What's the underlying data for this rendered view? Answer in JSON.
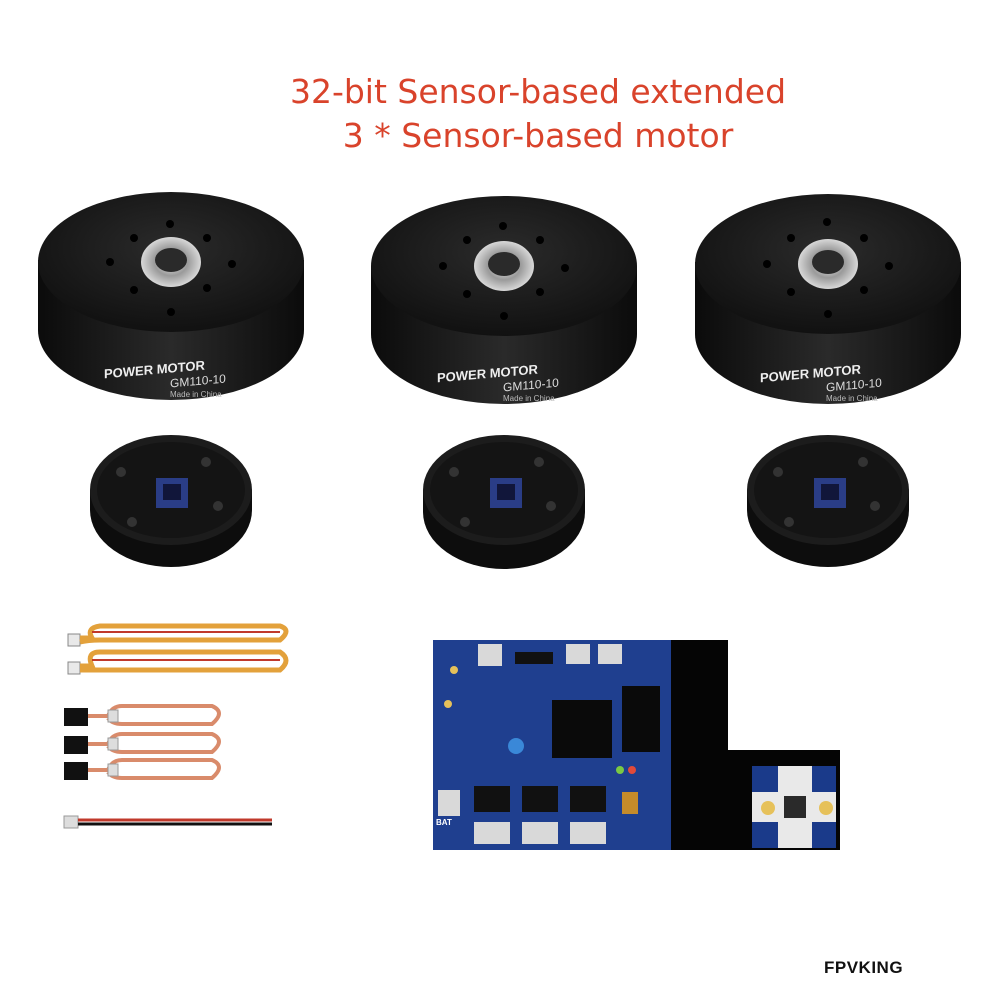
{
  "heading": {
    "line1": "32-bit Sensor-based extended",
    "line2": "3 * Sensor-based motor"
  },
  "motors": [
    {
      "brand_logo": "POWER MOTOR",
      "model": "GM110-10",
      "made_in": "Made in China"
    },
    {
      "brand_logo": "POWER MOTOR",
      "model": "GM110-10",
      "made_in": "Made in China"
    },
    {
      "brand_logo": "POWER MOTOR",
      "model": "GM110-10",
      "made_in": "Made in China"
    }
  ],
  "board": {
    "label_bat": "BAT"
  },
  "watermark": "FPVKING",
  "colors": {
    "title": "#d9432b",
    "motor_body": "#1a1a1a",
    "pcb_blue": "#1f3f8f",
    "cable_orange": "#e3a13b",
    "cable_red": "#c0392b"
  }
}
